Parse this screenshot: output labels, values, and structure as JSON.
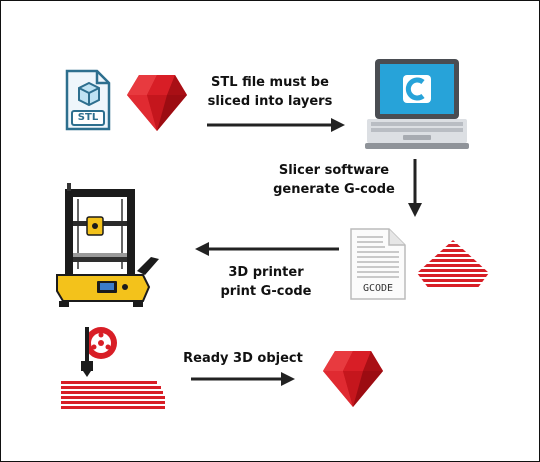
{
  "steps": {
    "step1_caption_line1": "STL file must be",
    "step1_caption_line2": "sliced into layers",
    "step2_caption_line1": "Slicer software",
    "step2_caption_line2": "generate G-code",
    "step3_caption_line1": "3D printer",
    "step3_caption_line2": "print G-code",
    "step4_caption": "Ready 3D object"
  },
  "icons": {
    "stl_file_label": "STL",
    "gcode_file_label": "GCODE"
  },
  "colors": {
    "object_red": "#d81e26",
    "arrow": "#222222",
    "file_blue": "#2d6f8e",
    "printer_yellow": "#f3c21b",
    "laptop_blue": "#27a3d9"
  }
}
